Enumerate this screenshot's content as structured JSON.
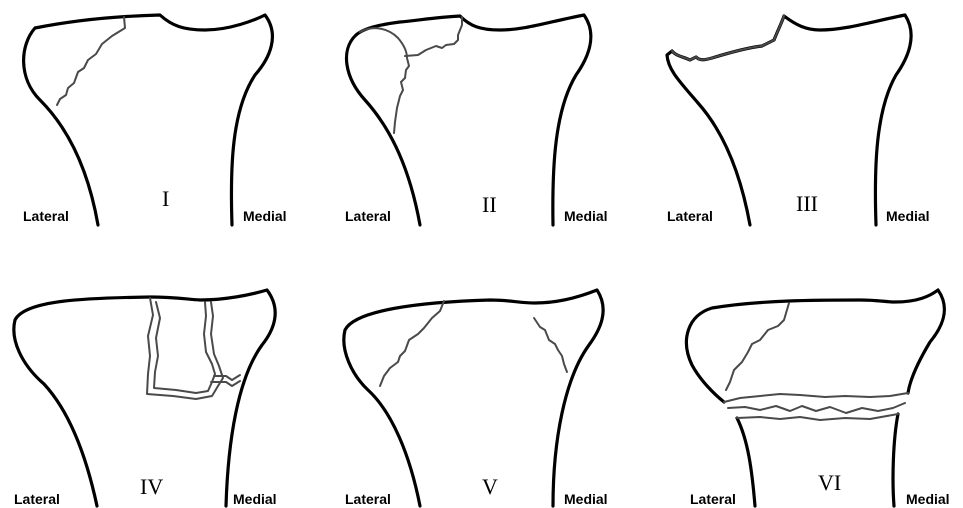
{
  "panels": [
    {
      "numeral": "I",
      "lateral": "Lateral",
      "medial": "Medial"
    },
    {
      "numeral": "II",
      "lateral": "Lateral",
      "medial": "Medial"
    },
    {
      "numeral": "III",
      "lateral": "Lateral",
      "medial": "Medial"
    },
    {
      "numeral": "IV",
      "lateral": "Lateral",
      "medial": "Medial"
    },
    {
      "numeral": "V",
      "lateral": "Lateral",
      "medial": "Medial"
    },
    {
      "numeral": "VI",
      "lateral": "Lateral",
      "medial": "Medial"
    }
  ]
}
